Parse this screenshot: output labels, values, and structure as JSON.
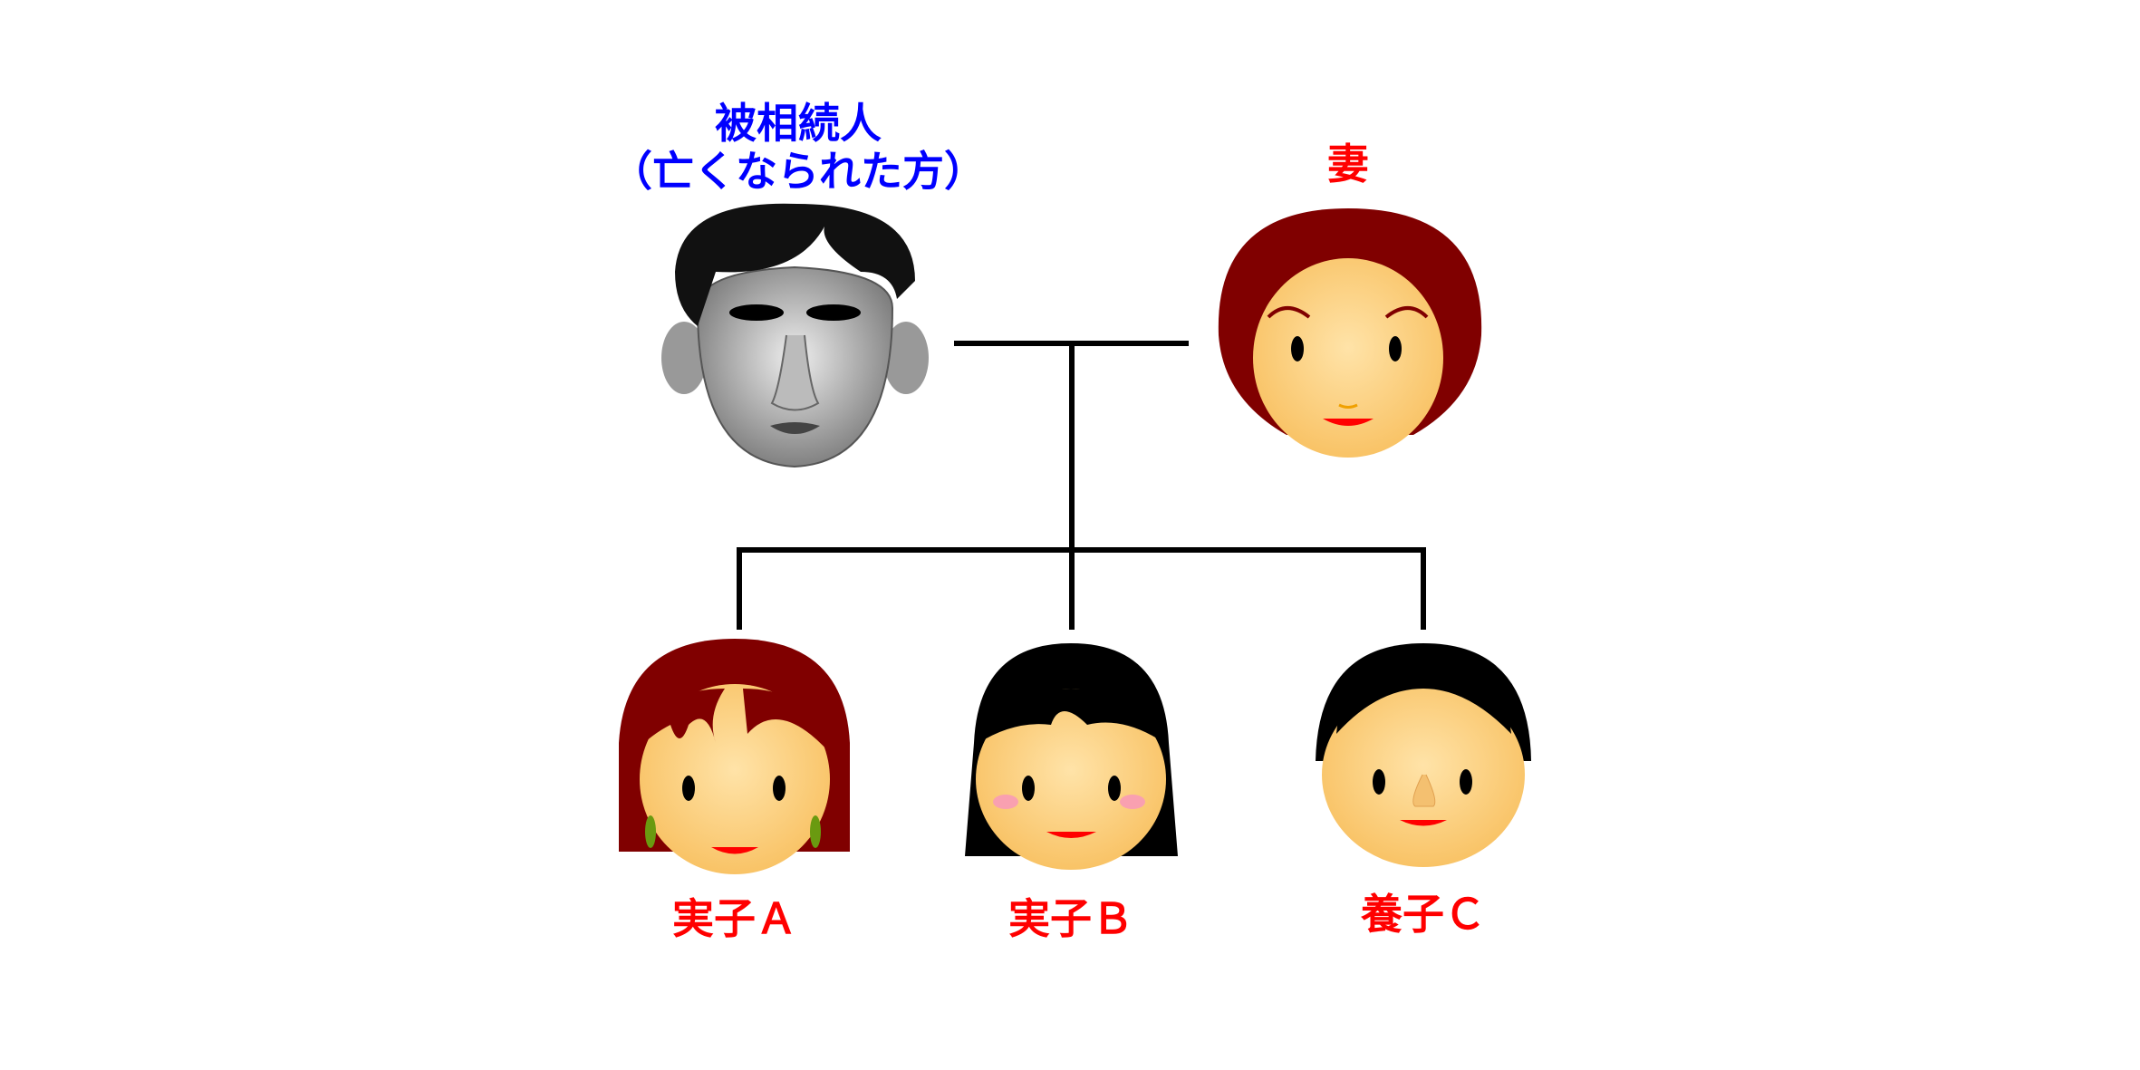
{
  "deceased": {
    "title": "被相続人",
    "subtitle": "（亡くなられた方）",
    "color": "#0000ff"
  },
  "spouse": {
    "label": "妻",
    "color": "#ff0000"
  },
  "children": [
    {
      "label": "実子Ａ",
      "color": "#ff0000"
    },
    {
      "label": "実子Ｂ",
      "color": "#ff0000"
    },
    {
      "label": "養子Ｃ",
      "color": "#ff0000"
    }
  ]
}
